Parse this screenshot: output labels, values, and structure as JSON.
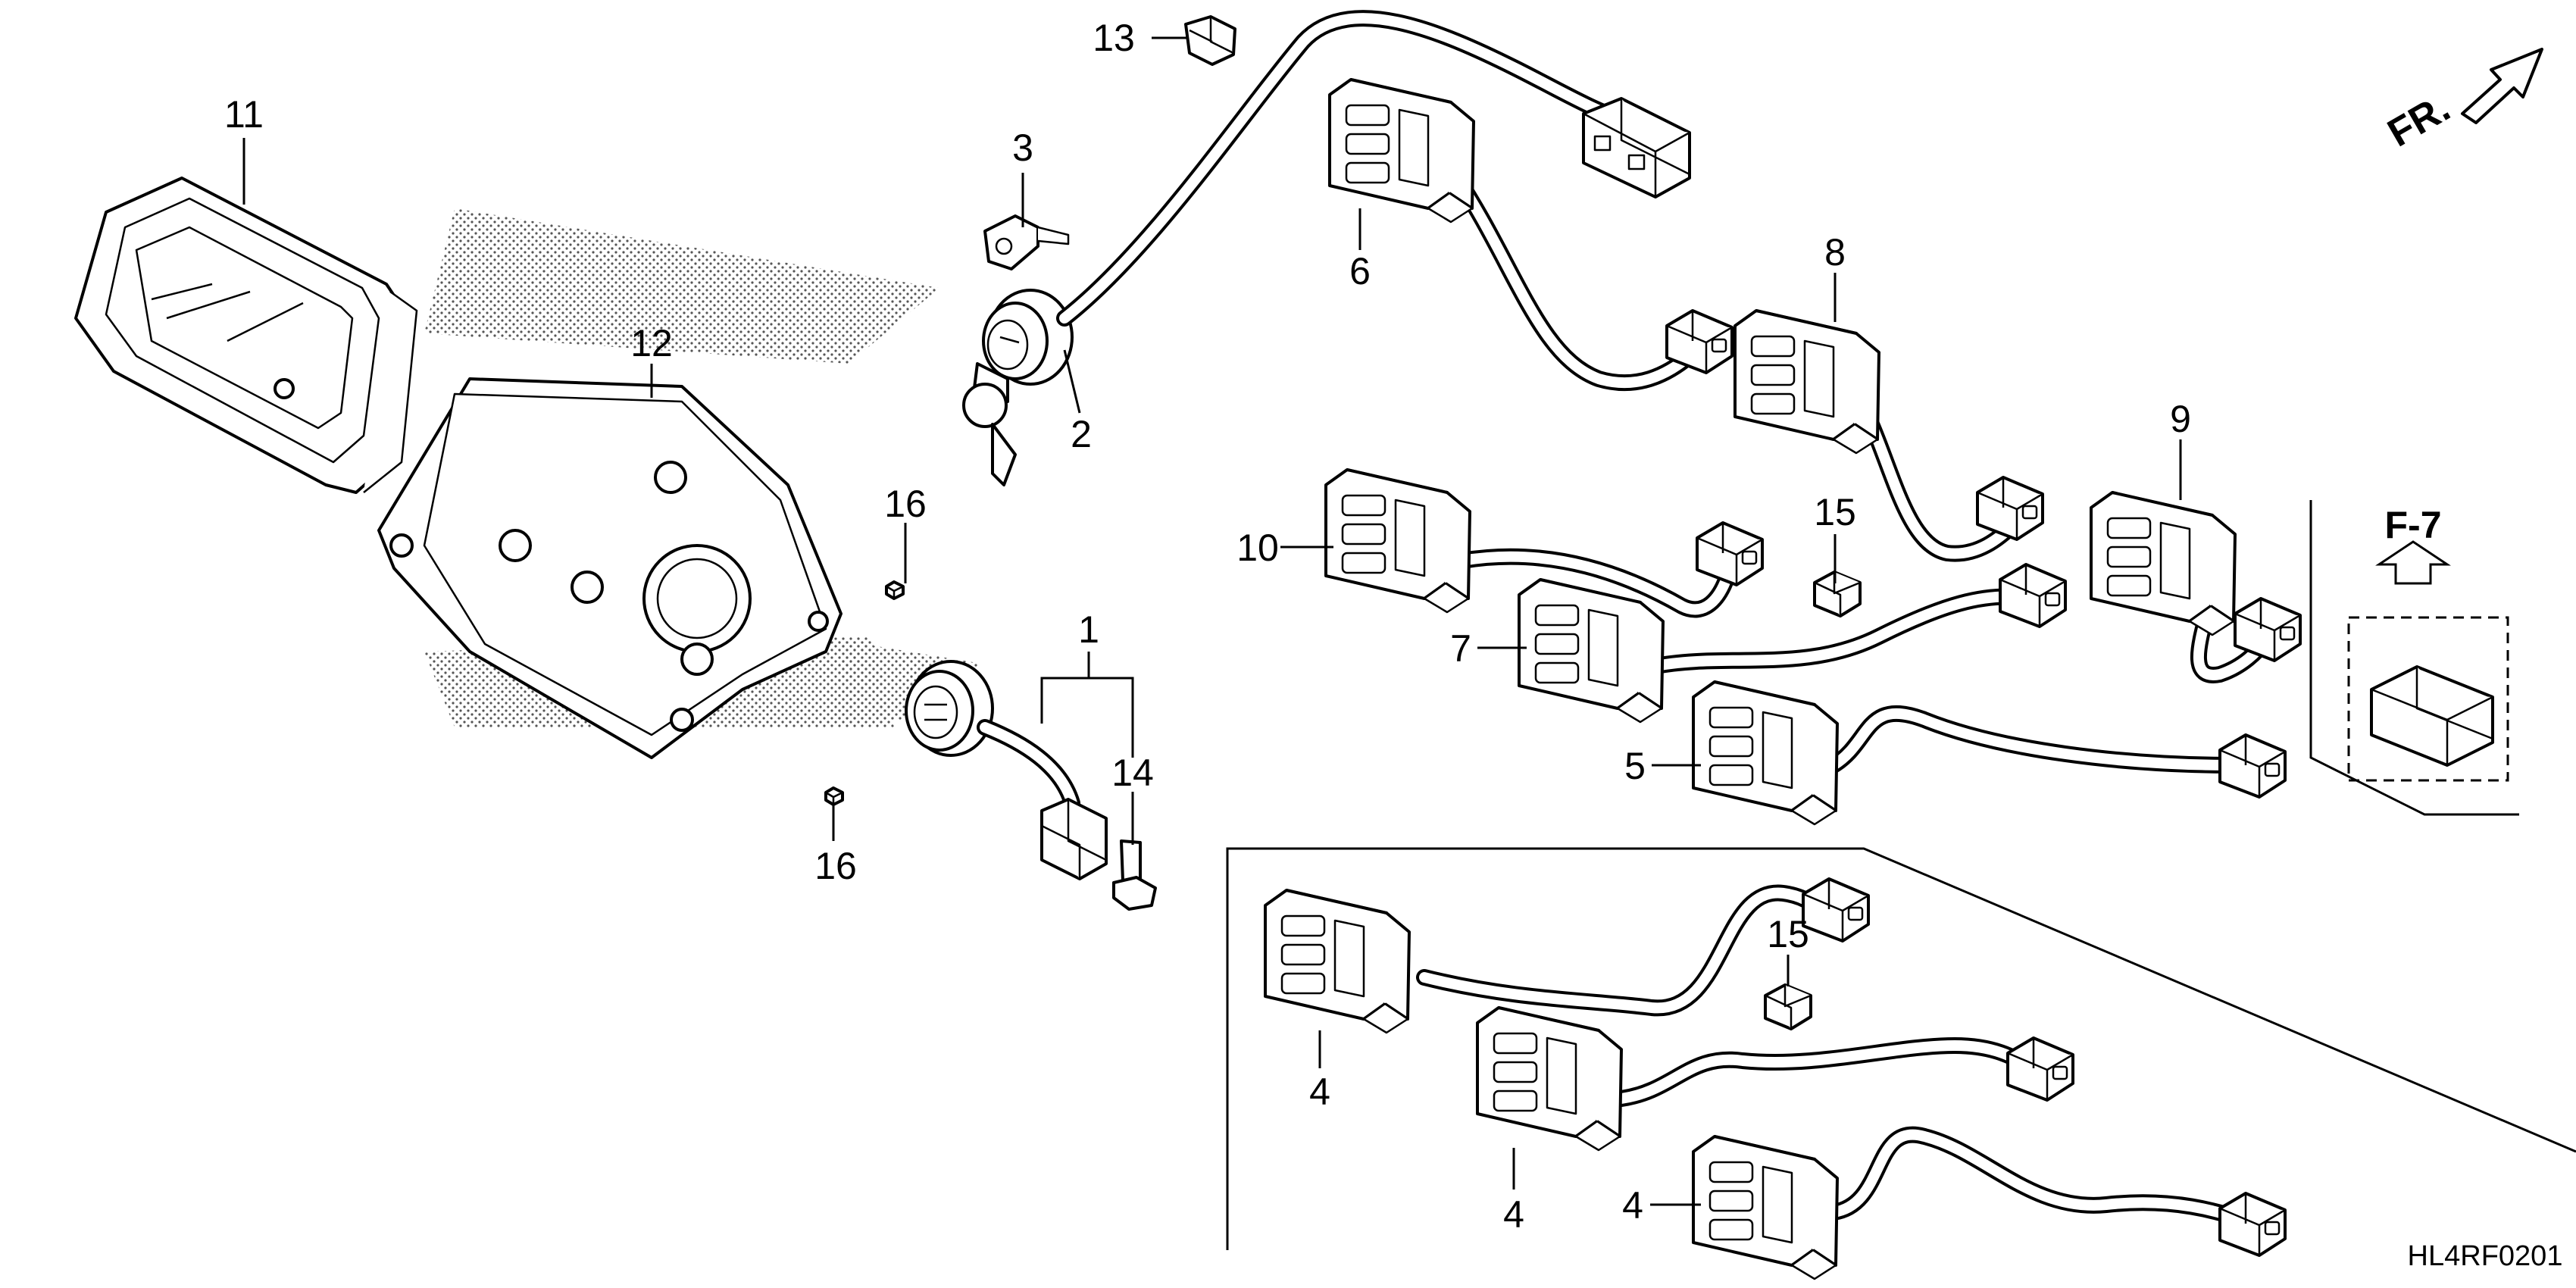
{
  "diagram": {
    "code": "HL4RF0201",
    "front_indicator": "FR.",
    "reference": "F-7"
  },
  "callouts": {
    "c1": "1",
    "c2": "2",
    "c3": "3",
    "c4a": "4",
    "c4b": "4",
    "c4c": "4",
    "c5": "5",
    "c6": "6",
    "c7": "7",
    "c8": "8",
    "c9": "9",
    "c10": "10",
    "c11": "11",
    "c12": "12",
    "c13": "13",
    "c14": "14",
    "c15a": "15",
    "c15b": "15",
    "c16a": "16",
    "c16b": "16"
  }
}
